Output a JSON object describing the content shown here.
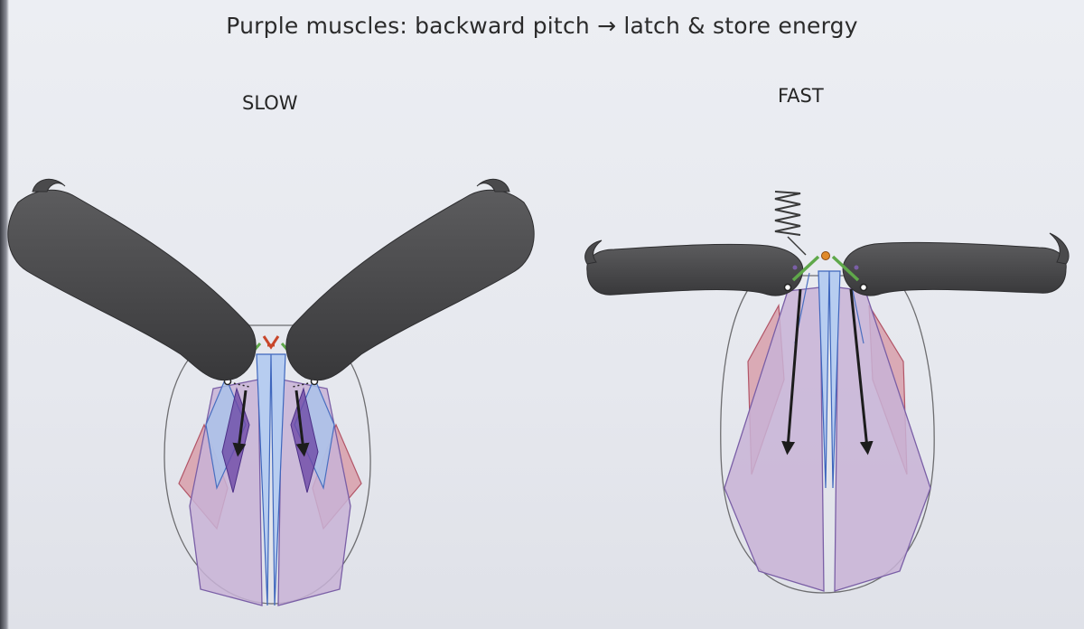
{
  "slide": {
    "title": "Purple muscles: backward pitch → latch & store energy",
    "panels": [
      {
        "label": "SLOW"
      },
      {
        "label": "FAST"
      }
    ]
  },
  "colors": {
    "background": "#e8e9ee",
    "mandible": "#4b4b4d",
    "purple_muscle": "#c8b3d6",
    "purple_outline": "#7a5fa6",
    "red_muscle": "#d79aa6",
    "blue_muscle": "#a9c3ea",
    "tendon_green": "#5fa84a",
    "latch_orange": "#e08a2a",
    "arrow": "#1c1c1c"
  },
  "icons": [
    "spring-icon",
    "latch-icon",
    "force-arrow-icon"
  ]
}
